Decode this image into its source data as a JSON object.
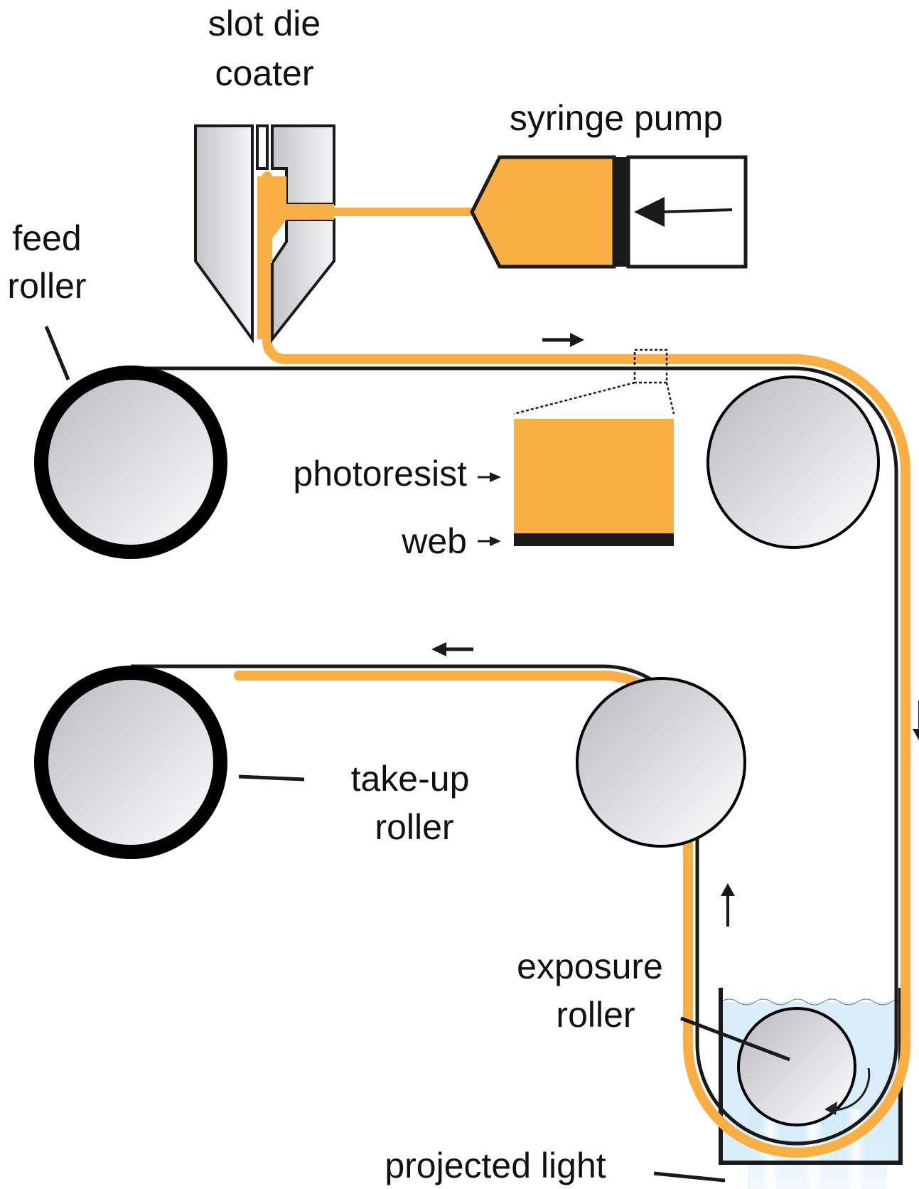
{
  "labels": {
    "slot_die_line1": "slot die",
    "slot_die_line2": "coater",
    "syringe_pump": "syringe pump",
    "feed_line1": "feed",
    "feed_line2": "roller",
    "photoresist": "photoresist",
    "web": "web",
    "takeup_line1": "take-up",
    "takeup_line2": "roller",
    "exposure_line1": "exposure",
    "exposure_line2": "roller",
    "projected_light": "projected light"
  },
  "colors": {
    "photoresist": "#F9AF43",
    "web": "#1a1a1a",
    "roller_fill_light": "#ffffff",
    "roller_fill_dark": "#bdbdc4",
    "die_fill": "#d4d4d8",
    "liquid": "#d6ecf8",
    "light_beam": "#bfe3f7"
  },
  "icons": {
    "direction_arrows": [
      "arrow-right-icon",
      "arrow-down-icon",
      "arrow-up-icon",
      "arrow-left-icon"
    ],
    "rotation_arrow": "rotation-arrow-icon",
    "plunger_arrow": "arrow-left-icon"
  }
}
